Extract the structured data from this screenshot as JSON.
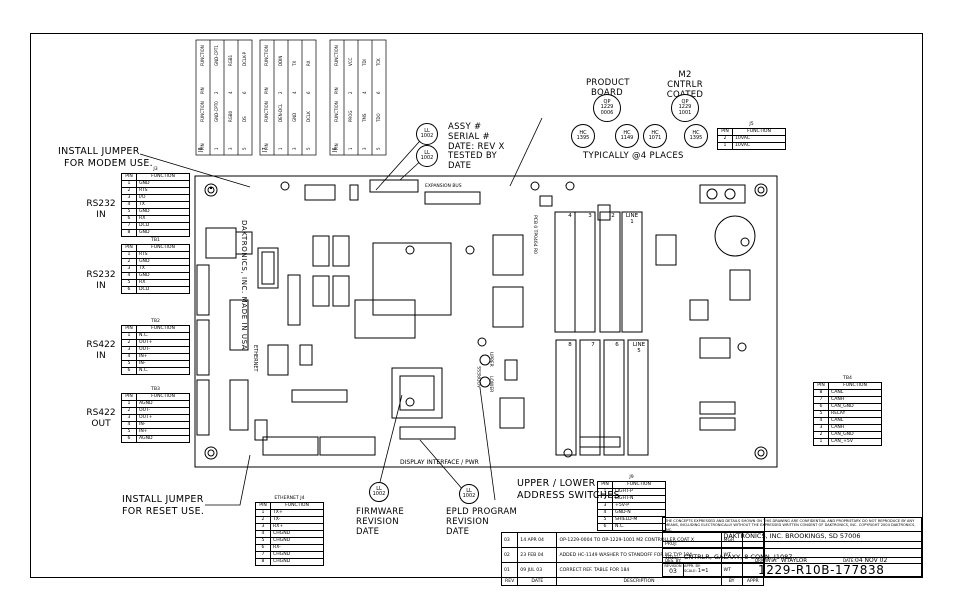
{
  "notes": {
    "modem_jumper": [
      "INSTALL JUMPER",
      "FOR MODEM USE."
    ],
    "reset_jumper": [
      "INSTALL JUMPER",
      "FOR RESET USE."
    ],
    "assy": [
      "ASSY #",
      "SERIAL #",
      "DATE: REV X"
    ],
    "assy_bubble": "LL 1002",
    "tested_by": [
      "TESTED BY",
      "DATE"
    ],
    "tested_bubble": "LL 1002",
    "product_board": [
      "PRODUCT",
      "BOARD"
    ],
    "product_bubble": "QP 1229 0006",
    "m2": [
      "M2",
      "CNTRLR",
      "COATED"
    ],
    "m2_bubble": "QP 1229 1001",
    "hc_bubbles": [
      "HC 1395",
      "HC 1149",
      "HC 1071",
      "HC 1395"
    ],
    "typically": "TYPICALLY @4 PLACES",
    "firmware": [
      "FIRMWARE",
      "REVISION",
      "DATE"
    ],
    "firmware_bubble": "LL 1002",
    "epld": [
      "EPLD PROGRAM",
      "REVISION",
      "DATE"
    ],
    "epld_bubble": "LL 1002",
    "address_switches": [
      "UPPER / LOWER",
      "ADDRESS SWITCHES"
    ]
  },
  "side_labels": [
    {
      "text": "RS232\nIN"
    },
    {
      "text": "RS232\nIN"
    },
    {
      "text": "RS422\nIN"
    },
    {
      "text": "RS422\nOUT"
    }
  ],
  "board": {
    "maker_text": "DAKTRONICS, INC. MADE IN USA",
    "ethernet_text": "ETHERNET",
    "display_interface": "DISPLAY INTERFACE / PWR",
    "expansion_bus": "EXPANSION BUS",
    "rs232_text": "RS232",
    "fiber_text": "PCB 0 TP0464 R0",
    "upper_text": "UPPER",
    "lower_text": "LOWER",
    "address_text": "ADDRESS",
    "connector_numbers_top": [
      "4",
      "3",
      "2",
      "LINE 1"
    ],
    "connector_numbers_bottom": [
      "8",
      "7",
      "6",
      "LINE 5"
    ]
  },
  "pin_tables": {
    "j3": {
      "title": "J3",
      "header": [
        "PIN",
        "FUNCTION"
      ],
      "rows": [
        [
          "1",
          "GND"
        ],
        [
          "2",
          "RTS"
        ],
        [
          "3",
          "I/O"
        ],
        [
          "4",
          "TX"
        ],
        [
          "5",
          "GND"
        ],
        [
          "6",
          "RX"
        ],
        [
          "7",
          "DCD"
        ],
        [
          "8",
          "GND"
        ]
      ]
    },
    "tb1": {
      "title": "TB1",
      "header": [
        "PIN",
        "FUNCTION"
      ],
      "rows": [
        [
          "1",
          "RTS"
        ],
        [
          "2",
          "GND"
        ],
        [
          "3",
          "TX"
        ],
        [
          "4",
          "GND"
        ],
        [
          "5",
          "RX"
        ],
        [
          "6",
          "DCD"
        ]
      ]
    },
    "tb2": {
      "title": "TB2",
      "header": [
        "PIN",
        "FUNCTION"
      ],
      "rows": [
        [
          "1",
          "N.C."
        ],
        [
          "2",
          "OUT+"
        ],
        [
          "3",
          "OUT-"
        ],
        [
          "4",
          "IN+"
        ],
        [
          "5",
          "IN-"
        ],
        [
          "6",
          "N.C."
        ]
      ]
    },
    "tb3": {
      "title": "TB3",
      "header": [
        "PIN",
        "FUNCTION"
      ],
      "rows": [
        [
          "1",
          "AGND"
        ],
        [
          "2",
          "OUT-"
        ],
        [
          "3",
          "OUT+"
        ],
        [
          "4",
          "IN-"
        ],
        [
          "5",
          "IN+"
        ],
        [
          "6",
          "AGND"
        ]
      ]
    },
    "j4": {
      "title": "ETHERNET J4",
      "header": [
        "PIN",
        "FUNCTION"
      ],
      "rows": [
        [
          "1",
          "TX+"
        ],
        [
          "2",
          "TX-"
        ],
        [
          "3",
          "RX+"
        ],
        [
          "4",
          "CHGND"
        ],
        [
          "5",
          "CHGND"
        ],
        [
          "6",
          "RX-"
        ],
        [
          "7",
          "CHGND"
        ],
        [
          "8",
          "CHGND"
        ]
      ]
    },
    "j9": {
      "title": "J9",
      "header": [
        "PIN",
        "FUNCTION"
      ],
      "rows": [
        [
          "1",
          "LIGHT-P"
        ],
        [
          "2",
          "LIGHT-N"
        ],
        [
          "3",
          "+5V-P"
        ],
        [
          "4",
          "GND-N"
        ],
        [
          "5",
          "SHIELD-M"
        ],
        [
          "6",
          "N.C."
        ]
      ]
    },
    "j5": {
      "title": "J5",
      "header": [
        "PIN",
        "FUNCTION"
      ],
      "rows": [
        [
          "2",
          "10VAC"
        ],
        [
          "1",
          "10VAC"
        ]
      ]
    },
    "tb4": {
      "title": "TB4",
      "header": [
        "PIN",
        "FUNCTION"
      ],
      "rows": [
        [
          "8",
          "CANL"
        ],
        [
          "7",
          "CANH"
        ],
        [
          "6",
          "CAN_GND"
        ],
        [
          "5",
          "RELAY"
        ],
        [
          "4",
          "CANL"
        ],
        [
          "3",
          "CANH"
        ],
        [
          "2",
          "CAN_GND"
        ],
        [
          "1",
          "CAN_+5V"
        ]
      ]
    }
  },
  "rotated_tables": {
    "j8": {
      "title": "J8",
      "header": [
        "PIN",
        "FUNCTION",
        "PIN",
        "FUNCTION"
      ],
      "rows": [
        [
          "1",
          "GND-CPT0",
          "2",
          "GND-CPT1"
        ],
        [
          "3",
          "RGB0",
          "4",
          "RGB1"
        ],
        [
          "5",
          "DS",
          "6",
          "DCLK-P"
        ],
        [
          "7",
          "GND-C",
          "8",
          "SDIN-D"
        ]
      ]
    },
    "j7": {
      "title": "J7",
      "header": [
        "PIN",
        "FUNCTION",
        "PIN",
        "FUNCTION"
      ],
      "rows": [
        [
          "1",
          "DEN-DCL",
          "2",
          "DDIN"
        ],
        [
          "3",
          "GND",
          "4",
          "TX"
        ],
        [
          "5",
          "DCLK",
          "6",
          "RX"
        ]
      ]
    },
    "j6": {
      "title": "J6",
      "header": [
        "PIN",
        "FUNCTION",
        "PIN",
        "FUNCTION"
      ],
      "rows": [
        [
          "1",
          "PROG",
          "2",
          "VCC"
        ],
        [
          "3",
          "TMS",
          "4",
          "TDI"
        ],
        [
          "5",
          "TDO",
          "6",
          "TCK"
        ]
      ]
    }
  },
  "revisions": {
    "rows": [
      [
        "03",
        "14 APR 04",
        "OP-1229-0004 TO OP-1229-1001 M2 CONTROLLER COAT X",
        "MGR",
        ""
      ],
      [
        "02",
        "23 FEB 04",
        "ADDED HC-1149 WASHER TO STANDOFF FOR M2 TYP 184",
        "WT",
        ""
      ],
      [
        "01",
        "09 JUL 03",
        "CORRECT REF. TABLE FOR 184",
        "WT",
        ""
      ]
    ],
    "header": [
      "REV",
      "DATE",
      "DESCRIPTION",
      "BY",
      "APPR"
    ]
  },
  "title_block": {
    "confidential": "THE CONCEPTS EXPRESSED AND DETAILS SHOWN ON THIS DRAWING ARE CONFIDENTIAL AND PROPRIETARY. DO NOT REPRODUCE BY ANY MEANS, INCLUDING ELECTRONICALLY WITHOUT THE EXPRESSED WRITTEN CONSENT OF DAKTRONICS, INC.    COPYRIGHT 2004 DAKTRONICS, INC.",
    "company": "DAKTRONICS, INC.   BROOKINGS, SD 57006",
    "proj_label": "PROJ:",
    "title_label": "TITLE:",
    "title": "CNTRLR, GALAXY, 8 CONN, J1087",
    "des_label": "DES. BY:",
    "drawn_label": "DRAWN BY:",
    "drawn_by": "WTAYLOR",
    "date_label": "DATE:",
    "date": "04 NOV 02",
    "revision_label": "REVISION",
    "revision": "03",
    "appr_label": "APPR. BY:",
    "scale_label": "SCALE:",
    "scale": "1=1",
    "drawing_number": "1229-R10B-177838"
  }
}
